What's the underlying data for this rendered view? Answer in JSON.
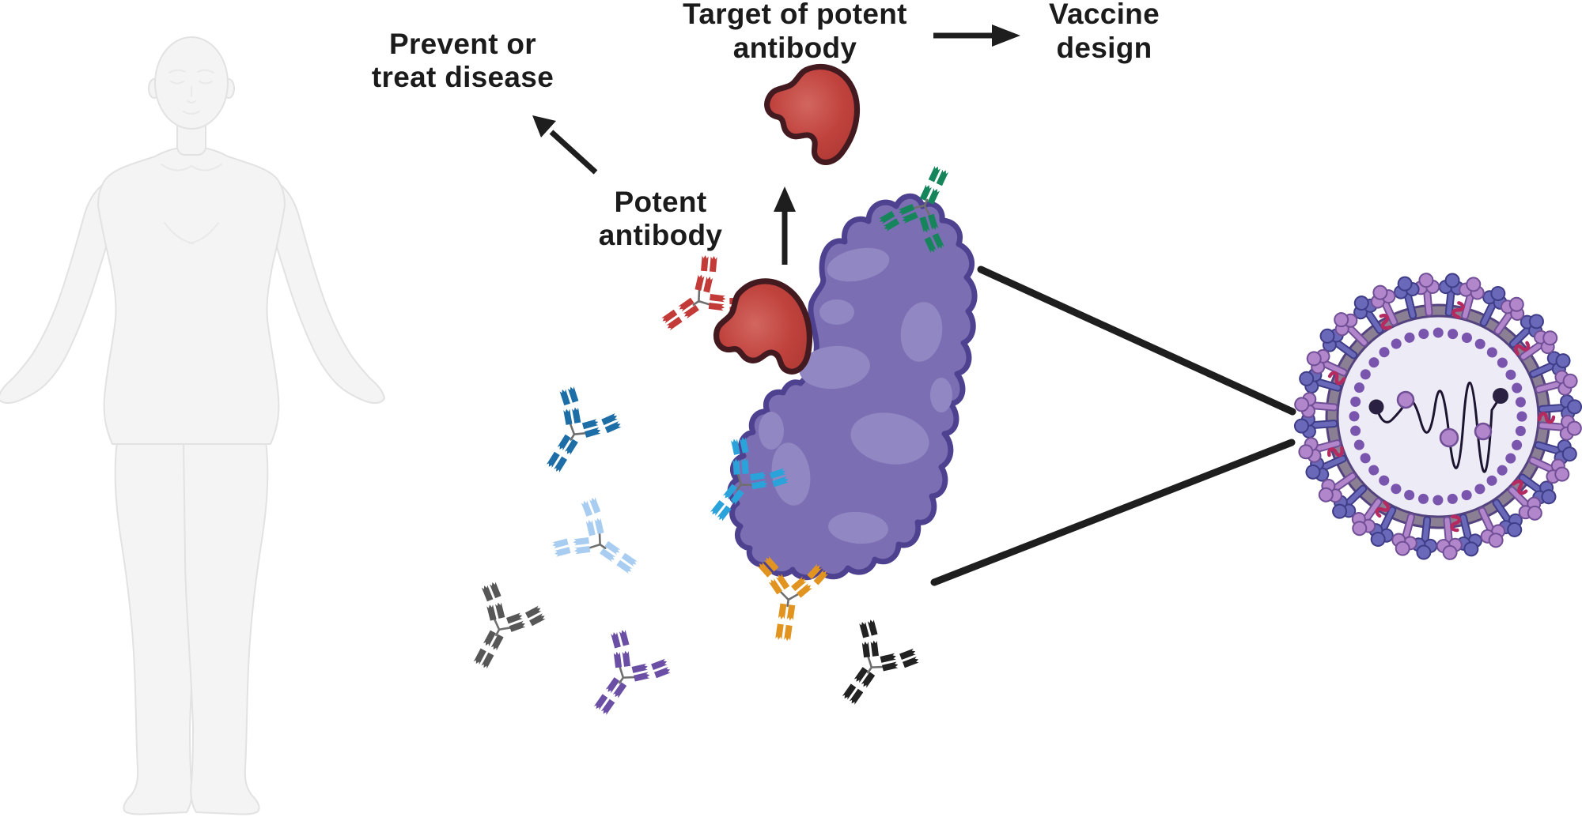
{
  "figure": {
    "labels": {
      "prevent_line1": "Prevent or",
      "prevent_line2": "treat disease",
      "target_line1": "Target of potent",
      "target_line2": "antibody",
      "vaccine_line1": "Vaccine",
      "vaccine_line2": "design",
      "potent_line1": "Potent",
      "potent_line2": "antibody"
    },
    "text_color": "#1b1b1b",
    "arrow_color": "#1e1e1e",
    "antibody_hinge": "#6f6f6f",
    "body": {
      "fill": "#f4f4f4",
      "outline": "#e2e2e2"
    },
    "antigen": {
      "fill": "#7b6eb3",
      "patch": "#9187c2",
      "outline": "#4e4190"
    },
    "epitope": {
      "outline": "#431a20",
      "fill_center": "#d2665f",
      "fill_mid": "#c0423d",
      "fill_edge": "#a93530"
    },
    "antibodies": [
      {
        "name": "potent-antibody-red",
        "color": "#c23b38"
      },
      {
        "name": "antibody-green",
        "color": "#17855c"
      },
      {
        "name": "antibody-cyan",
        "color": "#2aa3db"
      },
      {
        "name": "antibody-orange",
        "color": "#e29420"
      },
      {
        "name": "antibody-dark-blue",
        "color": "#1d6da6"
      },
      {
        "name": "antibody-light-blue",
        "color": "#a9cdf0"
      },
      {
        "name": "antibody-gray",
        "color": "#575757"
      },
      {
        "name": "antibody-purple",
        "color": "#6b4fa4"
      },
      {
        "name": "antibody-black",
        "color": "#222222"
      }
    ],
    "virus": {
      "interior": "#edebf6",
      "membrane": "#8b8093",
      "membrane_outline": "#55437f",
      "matrix_dots": "#7a55ae",
      "spike_light": "#b186ca",
      "spike_light_outline": "#704f97",
      "spike_dark": "#6a68b8",
      "spike_dark_outline": "#3f3c88",
      "surface_protein": "#b52a61",
      "rna_strand": "#1d1430",
      "rna_dot_dark": "#2a2142",
      "rna_dot_light": "#b186ca",
      "rna_dot_light_outline": "#704f97"
    }
  }
}
